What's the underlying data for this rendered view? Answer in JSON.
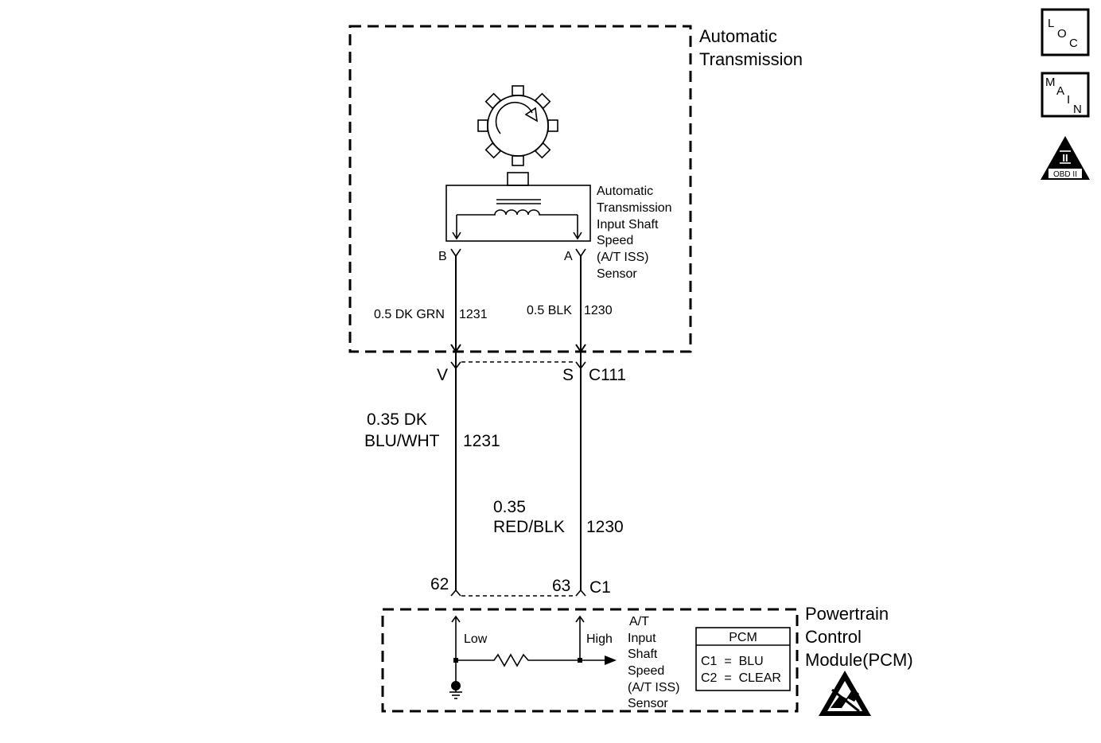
{
  "transmission": {
    "title_line1": "Automatic",
    "title_line2": "Transmission"
  },
  "sensor": {
    "label_lines": [
      "Automatic",
      "Transmission",
      "Input Shaft",
      "Speed",
      "(A/T ISS)",
      "Sensor"
    ],
    "terminal_b": "B",
    "terminal_a": "A"
  },
  "wires_upper": {
    "left": "0.5 DK GRN",
    "left_circuit": "1231",
    "right": "0.5 BLK",
    "right_circuit": "1230"
  },
  "connector_c111": {
    "pin_left": "V",
    "pin_right": "S",
    "name": "C111"
  },
  "wires_lower": {
    "left_line1": "0.35 DK",
    "left_line2": "BLU/WHT",
    "left_circuit": "1231",
    "right_line1": "0.35",
    "right_line2": "RED/BLK",
    "right_circuit": "1230"
  },
  "connector_c1": {
    "pin_left": "62",
    "pin_right": "63",
    "name": "C1"
  },
  "pcm": {
    "title_lines": [
      "Powertrain",
      "Control",
      "Module(PCM)"
    ],
    "low_label": "Low",
    "high_label": "High",
    "signal_label_lines": [
      "A/T",
      "Input",
      "Shaft",
      "Speed",
      "(A/T ISS)",
      "Sensor"
    ],
    "table_header": "PCM",
    "table_row1": "C1  =  BLU",
    "table_row2": "C2  =  CLEAR"
  },
  "side_icons": {
    "loc": {
      "icon": "loc-icon",
      "letters": [
        "L",
        "O",
        "C"
      ]
    },
    "main": {
      "icon": "main-icon",
      "letters": [
        "M",
        "A",
        "I",
        "N"
      ]
    },
    "obd": {
      "icon": "obd-ii-icon",
      "numeral": "II",
      "caption": "OBD II"
    }
  },
  "colors": {
    "line": "#000000",
    "background": "#ffffff"
  }
}
